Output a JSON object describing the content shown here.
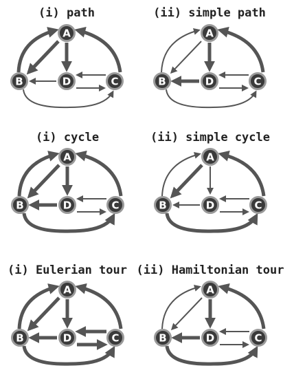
{
  "colors": {
    "edge": "#555555",
    "node_fill": "#3a3a3a",
    "node_ring": "#9a9a9a",
    "text": "#222222"
  },
  "node_labels": [
    "A",
    "B",
    "C",
    "D"
  ],
  "panels": [
    {
      "title": "(i) path",
      "edges": [
        {
          "from": "A",
          "to": "B",
          "w": "thick"
        },
        {
          "from": "B",
          "to": "A",
          "w": "thick"
        },
        {
          "from": "A",
          "to": "D",
          "w": "thick"
        },
        {
          "from": "C",
          "to": "A",
          "w": "thick"
        },
        {
          "from": "C",
          "to": "D",
          "w": "thin"
        },
        {
          "from": "D",
          "to": "B",
          "w": "thin"
        },
        {
          "from": "D",
          "to": "C",
          "w": "thin"
        },
        {
          "from": "B",
          "to": "C",
          "w": "thin"
        }
      ]
    },
    {
      "title": "(ii) simple path",
      "edges": [
        {
          "from": "A",
          "to": "B",
          "w": "thin"
        },
        {
          "from": "B",
          "to": "A",
          "w": "thin"
        },
        {
          "from": "A",
          "to": "D",
          "w": "thick"
        },
        {
          "from": "C",
          "to": "A",
          "w": "thick"
        },
        {
          "from": "C",
          "to": "D",
          "w": "thin"
        },
        {
          "from": "D",
          "to": "B",
          "w": "thick"
        },
        {
          "from": "D",
          "to": "C",
          "w": "thin"
        },
        {
          "from": "B",
          "to": "C",
          "w": "thin"
        }
      ]
    },
    {
      "title": "(i) cycle",
      "edges": [
        {
          "from": "A",
          "to": "B",
          "w": "thick"
        },
        {
          "from": "B",
          "to": "A",
          "w": "thick"
        },
        {
          "from": "A",
          "to": "D",
          "w": "thick"
        },
        {
          "from": "C",
          "to": "A",
          "w": "thick"
        },
        {
          "from": "C",
          "to": "D",
          "w": "thin"
        },
        {
          "from": "D",
          "to": "B",
          "w": "thick"
        },
        {
          "from": "D",
          "to": "C",
          "w": "thin"
        },
        {
          "from": "B",
          "to": "C",
          "w": "thick"
        }
      ]
    },
    {
      "title": "(ii) simple cycle",
      "edges": [
        {
          "from": "A",
          "to": "B",
          "w": "thick"
        },
        {
          "from": "B",
          "to": "A",
          "w": "thin"
        },
        {
          "from": "A",
          "to": "D",
          "w": "thin"
        },
        {
          "from": "C",
          "to": "A",
          "w": "thick"
        },
        {
          "from": "C",
          "to": "D",
          "w": "thin"
        },
        {
          "from": "D",
          "to": "B",
          "w": "thin"
        },
        {
          "from": "D",
          "to": "C",
          "w": "thin"
        },
        {
          "from": "B",
          "to": "C",
          "w": "thick"
        }
      ]
    },
    {
      "title": "(i) Eulerian tour",
      "edges": [
        {
          "from": "A",
          "to": "B",
          "w": "thick"
        },
        {
          "from": "B",
          "to": "A",
          "w": "thick"
        },
        {
          "from": "A",
          "to": "D",
          "w": "thick"
        },
        {
          "from": "C",
          "to": "A",
          "w": "thick"
        },
        {
          "from": "C",
          "to": "D",
          "w": "thick"
        },
        {
          "from": "D",
          "to": "B",
          "w": "thick"
        },
        {
          "from": "D",
          "to": "C",
          "w": "thick"
        },
        {
          "from": "B",
          "to": "C",
          "w": "thick"
        }
      ]
    },
    {
      "title": "(ii) Hamiltonian tour",
      "edges": [
        {
          "from": "A",
          "to": "B",
          "w": "thin"
        },
        {
          "from": "B",
          "to": "A",
          "w": "thin"
        },
        {
          "from": "A",
          "to": "D",
          "w": "thick"
        },
        {
          "from": "C",
          "to": "A",
          "w": "thick"
        },
        {
          "from": "C",
          "to": "D",
          "w": "thin"
        },
        {
          "from": "D",
          "to": "B",
          "w": "thick"
        },
        {
          "from": "D",
          "to": "C",
          "w": "thin"
        },
        {
          "from": "B",
          "to": "C",
          "w": "thick"
        }
      ]
    }
  ]
}
